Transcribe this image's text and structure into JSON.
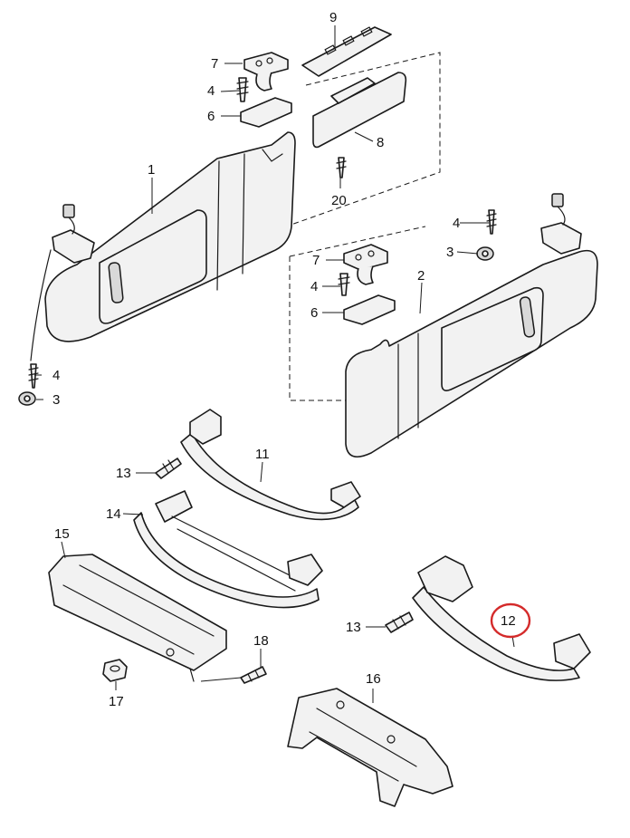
{
  "callouts": {
    "c1": "1",
    "c2": "2",
    "c3a": "3",
    "c3b": "3",
    "c4a": "4",
    "c4b": "4",
    "c4c": "4",
    "c4d": "4",
    "c6a": "6",
    "c6b": "6",
    "c7a": "7",
    "c7b": "7",
    "c8": "8",
    "c9": "9",
    "c11": "11",
    "c12": "12",
    "c13a": "13",
    "c13b": "13",
    "c14": "14",
    "c15": "15",
    "c16": "16",
    "c17": "17",
    "c18": "18",
    "c20": "20"
  },
  "highlight": {
    "part": "12",
    "color": "#d42a2a"
  },
  "colors": {
    "line": "#1a1a1a",
    "fill": "#f2f2f2"
  }
}
